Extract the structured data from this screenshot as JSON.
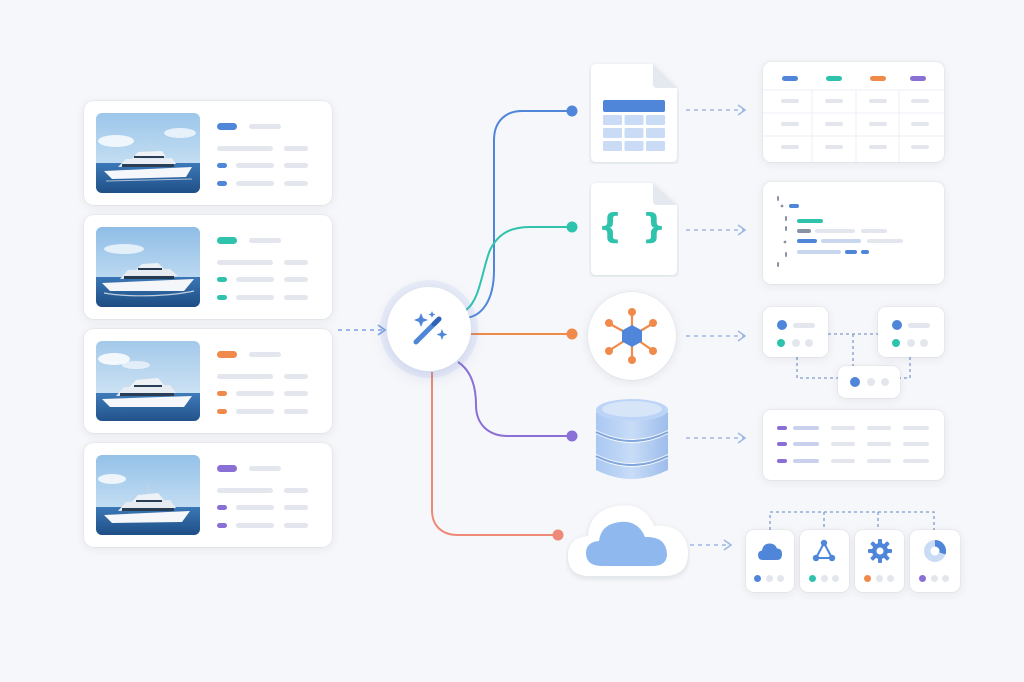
{
  "colors": {
    "background": "#f6f7fa",
    "blue": "#4f86d9",
    "teal": "#2fc3ad",
    "orange": "#f08a4b",
    "purple": "#8a6fd6",
    "red": "#ee8877",
    "line_gray": "#dfe3ea"
  },
  "listings": [
    {
      "name": "listing-card-1",
      "image": "yacht-photo",
      "accent": "#4f86d9"
    },
    {
      "name": "listing-card-2",
      "image": "yacht-photo",
      "accent": "#2fc3ad"
    },
    {
      "name": "listing-card-3",
      "image": "yacht-photo",
      "accent": "#f08a4b"
    },
    {
      "name": "listing-card-4",
      "image": "yacht-photo",
      "accent": "#8a6fd6"
    }
  ],
  "hub": {
    "icon": "magic-wand-sparkle-icon"
  },
  "outputs": [
    {
      "source_icon": "spreadsheet-file-icon",
      "branch_color": "#4f86d9",
      "result": "table-preview"
    },
    {
      "source_icon": "json-file-icon",
      "glyph": "{ }",
      "branch_color": "#2fc3ad",
      "result": "code-preview"
    },
    {
      "source_icon": "graph-network-icon",
      "branch_color": "#f08a4b",
      "result": "linked-cards-preview"
    },
    {
      "source_icon": "database-icon",
      "branch_color": "#8a6fd6",
      "result": "list-preview"
    },
    {
      "source_icon": "cloud-icon",
      "branch_color": "#ee8877",
      "result": "cloud-services-preview"
    }
  ],
  "services": [
    {
      "icon": "cloud-icon",
      "accent": "#4f86d9"
    },
    {
      "icon": "network-icon",
      "accent": "#2fc3ad"
    },
    {
      "icon": "gear-icon",
      "accent": "#f08a4b"
    },
    {
      "icon": "pie-chart-icon",
      "accent": "#8a6fd6"
    }
  ]
}
